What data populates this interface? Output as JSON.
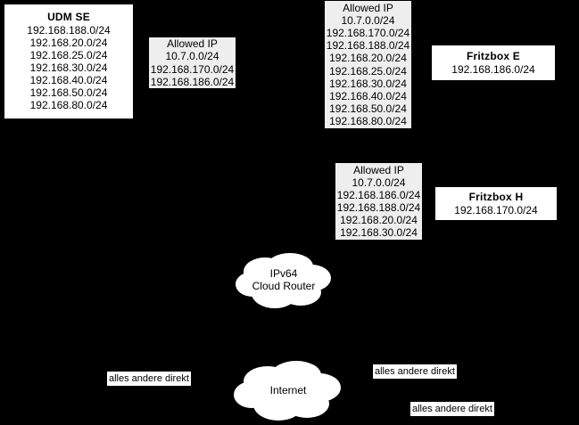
{
  "diagram": {
    "background_color": "#000000",
    "node_fill_white": "#ffffff",
    "node_fill_gray": "#eeeeee",
    "text_color": "#000000"
  },
  "nodes": {
    "udm_se": {
      "title": "UDM SE",
      "networks": [
        "192.168.188.0/24",
        "192.168.20.0/24",
        "192.168.25.0/24",
        "192.168.30.0/24",
        "192.168.40.0/24",
        "192.168.50.0/24",
        "192.168.80.0/24"
      ]
    },
    "allowed_ip_left": {
      "header": "Allowed IP",
      "networks": [
        "10.7.0.0/24",
        "192.168.170.0/24",
        "192.168.186.0/24"
      ]
    },
    "allowed_ip_top": {
      "header": "Allowed IP",
      "networks": [
        "10.7.0.0/24",
        "192.168.170.0/24",
        "192.168.188.0/24",
        "192.168.20.0/24",
        "192.168.25.0/24",
        "192.168.30.0/24",
        "192.168.40.0/24",
        "192.168.50.0/24",
        "192.168.80.0/24"
      ]
    },
    "allowed_ip_mid": {
      "header": "Allowed IP",
      "networks": [
        "10.7.0.0/24",
        "192.168.186.0/24",
        "192.168.188.0/24",
        "192.168.20.0/24",
        "192.168.30.0/24"
      ]
    },
    "fritzbox_e": {
      "title": "Fritzbox E",
      "networks": [
        "192.168.186.0/24"
      ]
    },
    "fritzbox_h": {
      "title": "Fritzbox H",
      "networks": [
        "192.168.170.0/24"
      ]
    },
    "cloud_router": {
      "label_line1": "IPv64",
      "label_line2": "Cloud Router"
    },
    "internet": {
      "label_line1": "Internet"
    }
  },
  "edge_labels": [
    {
      "text": "alles andere direkt"
    },
    {
      "text": "alles andere direkt"
    },
    {
      "text": "alles andere direkt"
    }
  ]
}
